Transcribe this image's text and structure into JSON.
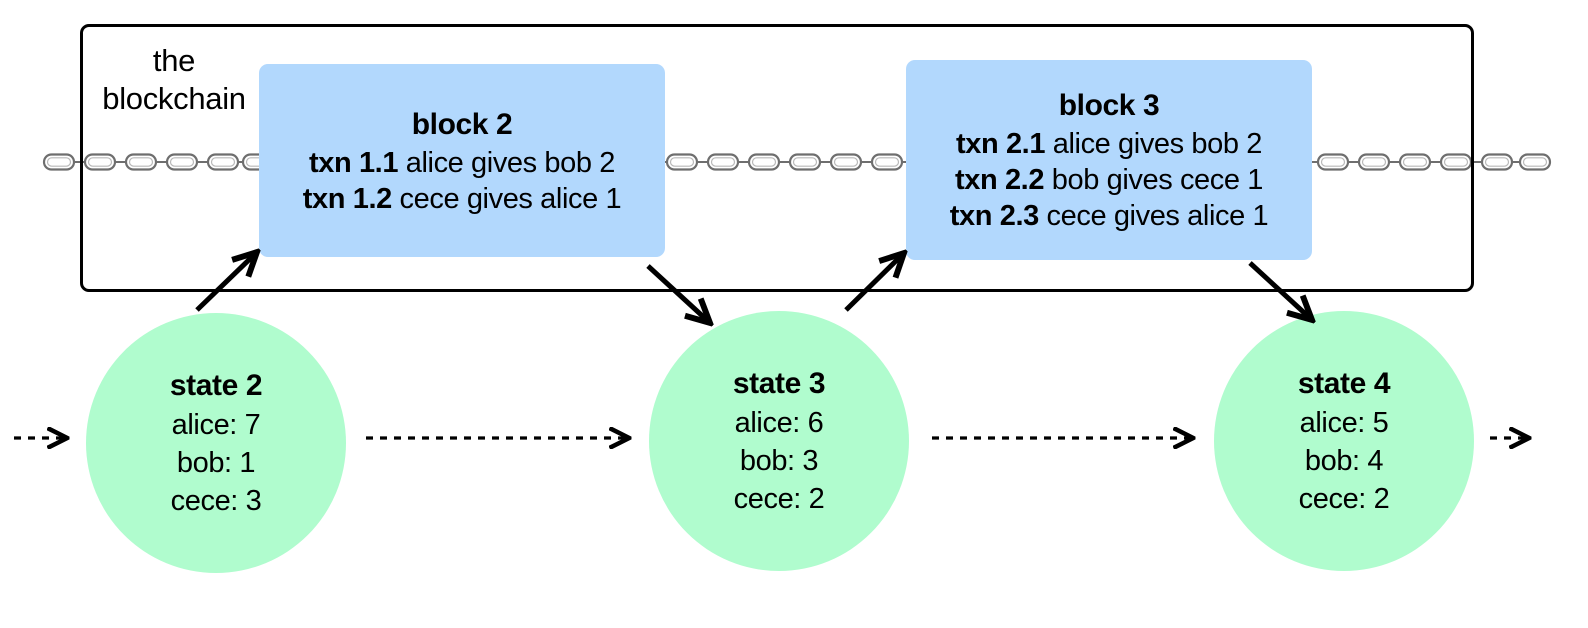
{
  "diagram": {
    "title": "blockchain state transition diagram",
    "colors": {
      "block_fill": "#b2d8fd",
      "state_fill": "#b0fcce",
      "stroke": "#000000",
      "chain_link": "#8a8a8a",
      "background": "#ffffff"
    }
  },
  "chain_container": {
    "label_line_1": "the",
    "label_line_2": "blockchain"
  },
  "blocks": [
    {
      "id": "block-2",
      "title": "block 2",
      "transactions": [
        {
          "id": "txn 1.1",
          "text": "alice gives bob 2"
        },
        {
          "id": "txn 1.2",
          "text": "cece gives alice 1"
        }
      ]
    },
    {
      "id": "block-3",
      "title": "block 3",
      "transactions": [
        {
          "id": "txn 2.1",
          "text": "alice gives bob 2"
        },
        {
          "id": "txn 2.2",
          "text": "bob gives cece 1"
        },
        {
          "id": "txn 2.3",
          "text": "cece gives alice 1"
        }
      ]
    }
  ],
  "states": [
    {
      "id": "state-2",
      "title": "state 2",
      "balances": [
        {
          "label": "alice: 7"
        },
        {
          "label": "bob: 1"
        },
        {
          "label": "cece: 3"
        }
      ]
    },
    {
      "id": "state-3",
      "title": "state 3",
      "balances": [
        {
          "label": "alice: 6"
        },
        {
          "label": "bob: 3"
        },
        {
          "label": "cece: 2"
        }
      ]
    },
    {
      "id": "state-4",
      "title": "state 4",
      "balances": [
        {
          "label": "alice: 5"
        },
        {
          "label": "bob: 4"
        },
        {
          "label": "cece: 2"
        }
      ]
    }
  ],
  "connectors": {
    "solid_arrows": [
      {
        "name": "state-2-to-block-2",
        "direction": "up-right"
      },
      {
        "name": "block-2-to-state-3",
        "direction": "down-right"
      },
      {
        "name": "state-3-to-block-3",
        "direction": "up-right"
      },
      {
        "name": "block-3-to-state-4",
        "direction": "down-right"
      }
    ],
    "dashed_arrows": [
      {
        "name": "dashed-arrow-into-state-2",
        "direction": "right"
      },
      {
        "name": "dashed-arrow-state-2-to-state-3",
        "direction": "right"
      },
      {
        "name": "dashed-arrow-state-3-to-state-4",
        "direction": "right"
      },
      {
        "name": "dashed-arrow-out-of-state-4",
        "direction": "right"
      }
    ],
    "chain_segments": [
      {
        "name": "chain-segment-left"
      },
      {
        "name": "chain-segment-middle"
      },
      {
        "name": "chain-segment-right"
      }
    ]
  }
}
